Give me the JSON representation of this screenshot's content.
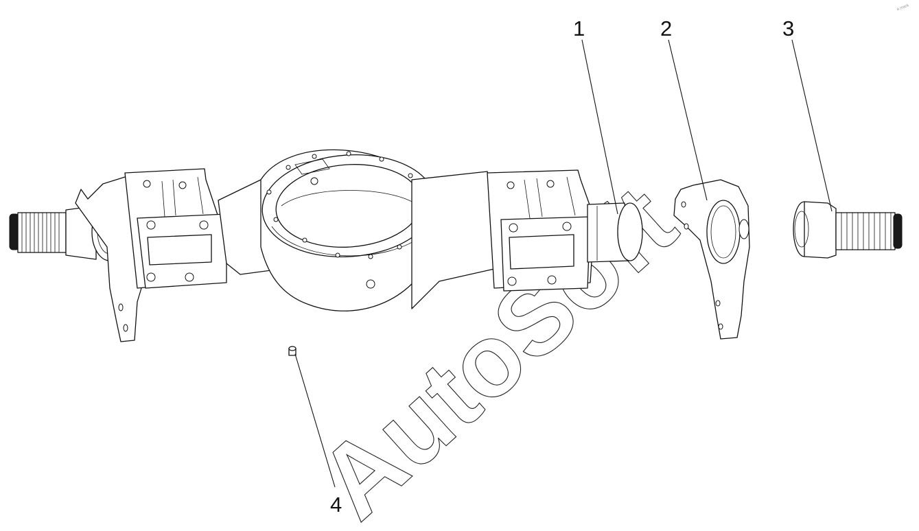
{
  "callouts": [
    {
      "id": "1",
      "label": "1"
    },
    {
      "id": "2",
      "label": "2"
    },
    {
      "id": "3",
      "label": "3"
    },
    {
      "id": "4",
      "label": "4"
    }
  ],
  "watermark": "AutoSoft",
  "corner_mark": "a.mark"
}
